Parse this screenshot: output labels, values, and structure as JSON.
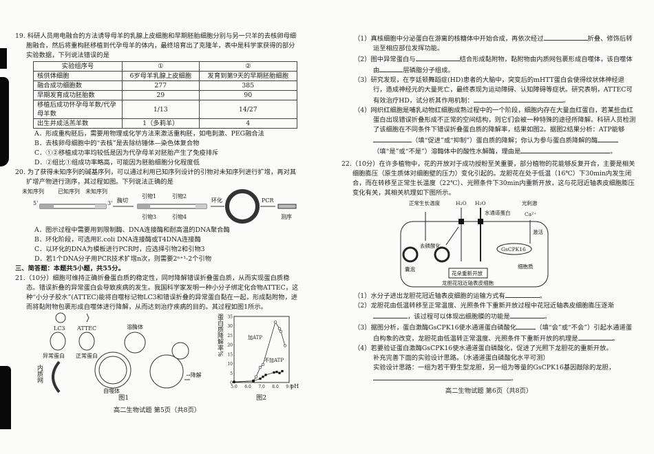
{
  "q19": {
    "stem": "19. 科研人员用电融合的方法诱导母羊的乳腺上皮细胞和早期胚胎细胞分别与另一只羊的去核卵母细胞融合，然后将重构胚移植到代孕母羊的体内，最终培育出了克隆羊，表中是科学家获得的部分实验数据，下列说法错误的是",
    "table": {
      "header": [
        "实验组序号",
        "①",
        "②"
      ],
      "rows": [
        [
          "核供体细胞",
          "6岁母羊乳腺上皮细胞",
          "发育到第9天的早期胚胎细胞"
        ],
        [
          "融合成功细胞数",
          "277",
          "385"
        ],
        [
          "早期发育成功胚胎数",
          "29",
          "90"
        ],
        [
          "移植后成功怀孕母羊数/代孕母羊数",
          "1/13",
          "14/27"
        ],
        [
          "出生并成活羔羊数",
          "1（多莉羊）",
          "4"
        ]
      ]
    },
    "options": [
      "A．形成重构胚后，需要用物理或化学方法来激活重构胚，如电刺激、PEG融合法",
      "B．去核卵母细胞中的“去核”是去除纺锤体—染色体复合物",
      "C．①②移植成功率均较低是因为代孕母羊对胚胎产生了免疫排斥",
      "D．②组比①组成功率略高，可能因为胚胎细胞分化程度低"
    ]
  },
  "q20": {
    "stem": "20. 为了获得未知序列的碱基序列，可以通过利用已知序列设计的引物对未知序列进行扩增，再对其扩增产物进行测序，其过程如图。下列说法正确的是",
    "diagram": {
      "unknown1": "未知序列",
      "known": "已知序列",
      "unknown2": "未知序列",
      "cut": "酶切",
      "primer1": "引物1",
      "primer2": "引物2",
      "primer3": "引物3",
      "primer4": "引物4",
      "circ": "环化",
      "pcr": "PCR",
      "seq": "测序",
      "p5": "5'",
      "p3": "3'"
    },
    "options": [
      "A．图示过程中需要用到限制酶、DNA连接酶和耐高温的DNA聚合酶",
      "B．环化阶段，可选用E.coli DNA连接酶或T4DNA连接酶",
      "C．以环化的DNA为模板进行PCR时，应选择引物2和引物3",
      "D．若1个DNA分子用PCR技术扩增n次，则需要2ⁿ⁺¹-2个引物"
    ]
  },
  "section3": "三、简答题：本题共5小题，共55分。",
  "q21": {
    "stem": "21.（10分）细胞可维持正确折叠蛋白质的稳定性，同时降解错误折叠蛋白质，从而实现蛋白质稳态。错误折叠的异常蛋白会导致疾病的发生。我国科学家发明一种小分子绑定化合物ATTEC，这种“小分子胶水”(ATTEC)能将自噬标记物LC3和错误折叠的异常蛋白黏在一起，形成黏附物，进而将黏附物包裹形成自噬体进行降解，从而达到治疗疾病的目的。其过程如图1所示。",
    "fig1": {
      "lc3": "LC3",
      "attec": "ATTEC",
      "plus": "+",
      "abnormal": "异常蛋白",
      "normal": "正常蛋白",
      "er": "内质网",
      "autophagosome": "自噬体",
      "lysosome": "溶酶体",
      "degrade": "→降解",
      "caption": "图1"
    },
    "fig2_caption": "图2",
    "parts": {
      "p1a": "（1）真核细胞中分泌蛋白在游离的核糖体中开始合成，再依次经过",
      "p1b": "折叠、修饰后转运至相应部位发挥功能。",
      "p2a": "（2）图中异常蛋白与",
      "p2b": "结合形成黏附物，黏附物由内质网包裹形成自噬体，该自噬体由",
      "p2c": "层磷脂分子组成。",
      "p3a": "（3）研究发现，在亨廷顿舞蹈症(HD)患者的大脑中，突变后的mHTT蛋白会使得纹状体神经退行，造成神经元的大量死亡，最终表现为运动障碍、认知障碍等症状。研究表明，ATTEC可有效治疗HD，试分析其作用机制：",
      "p3b": "。",
      "p4a": "（4）网织红细胞是哺乳动物红细胞成熟过程中的一个阶段，细胞内存在大量血红蛋白，若某些血红蛋白出现错误折叠形成不正常的空间结构，则它们会被一种特殊的途径所降解。科研人员检测了该细胞在不同条件下错误折叠蛋白质的降解率，结果如图2。据图2结果分析：ATP能够",
      "p4b": "（填“促进”或“抑制”）蛋白质的降解；你认为参与蛋白质降解的酶",
      "p4c": "（填“是”或“不是”）溶酶体中的酸性水解酶，理由是",
      "p4d": "。"
    }
  },
  "chart_data": {
    "type": "line",
    "title": "",
    "xlabel": "pH",
    "ylabel": "蛋白质降解率%",
    "xlim": [
      5.0,
      9.0
    ],
    "ylim": [
      0,
      35
    ],
    "xticks": [
      "5.0",
      "6.0",
      "7.0",
      "8.0",
      "9.0"
    ],
    "yticks": [
      "0",
      "5",
      "10",
      "15",
      "20",
      "25",
      "30",
      "35"
    ],
    "grid": false,
    "series": [
      {
        "name": "加ATP",
        "marker": "open-circle",
        "x": [
          5.0,
          6.4,
          6.6,
          6.9,
          7.1,
          8.0,
          8.3,
          8.4,
          8.7
        ],
        "y": [
          0.3,
          0.8,
          3,
          8,
          9.5,
          32,
          28.5,
          27,
          19.5
        ]
      },
      {
        "name": "不加ATP",
        "marker": "filled-square",
        "x": [
          5.0,
          6.4,
          6.9,
          7.1,
          7.3,
          7.9,
          8.1,
          8.3,
          8.5
        ],
        "y": [
          0.3,
          0.8,
          2,
          3,
          4,
          5.3,
          5.6,
          5,
          6
        ]
      }
    ]
  },
  "q22": {
    "stem": "22.（10分）在许多植物中，花的开放对于成功授粉至关重要，部分植物的花能够反复开合，主要是相关细胞膨压（原生质体对细胞壁的压力）变化引起的。龙胆花在处于低温（16℃）下30min内发生闭合，而在转移至正常生长温度（22℃）、光照条件下30min内重新开放，这与花冠近轴表皮细胞膨压变化有关，其相关机理如下图所示。",
    "diagram": {
      "temp": "正常生长温度",
      "h2o": "H₂O",
      "aquaporin": "水通道蛋白",
      "light": "光刺激",
      "ca": "Ca²⁺",
      "activate": "激活",
      "kinase": "GsCPK16",
      "dephos": "去磷酸化",
      "vesicle": "囊泡",
      "p": "P",
      "cytoplasm": "细胞质",
      "reopen": "花朵重新开放",
      "cell": "龙胆花冠近轴表皮细胞"
    },
    "parts": {
      "p1a": "（1）水分子进出龙胆花冠近轴表皮细胞的运输方式有",
      "p1b": "。",
      "p2a": "（2）龙胆花由低温转移至正常温度、光照条件下重新开放过程中花冠近轴表皮细胞膨压逐渐",
      "p2b": "，该过程可以体现出细胞膜的功能是",
      "p2c": "。",
      "p3a": "（3）据图分析，蛋白激酶GsCPK16使水通道蛋白磷酸化",
      "p3b": "（填“会”或“不会”）引起水通道蛋白构象的改变，龙胆花由低温转正常温度、光照条件下重新开放的机理是",
      "p3c": "。",
      "p4a": "（4）若要验证蛋白激酶GsCPK16使水通道蛋白磷酸化，促进了光照下龙胆花的重新开放。",
      "p4b": "补充完善下面的实验设计思路。（水通道蛋白磷酸化水平可测）",
      "p4c": "实验设计思路：一组为若干野生型龙胆，另一组为等量的GsCPK16基因敲除的龙胆，",
      "p4d": "。"
    }
  },
  "footer_left": "高二生物试题 第5页（共8页）",
  "footer_right": "高二生物试题 第6页（共8页）"
}
